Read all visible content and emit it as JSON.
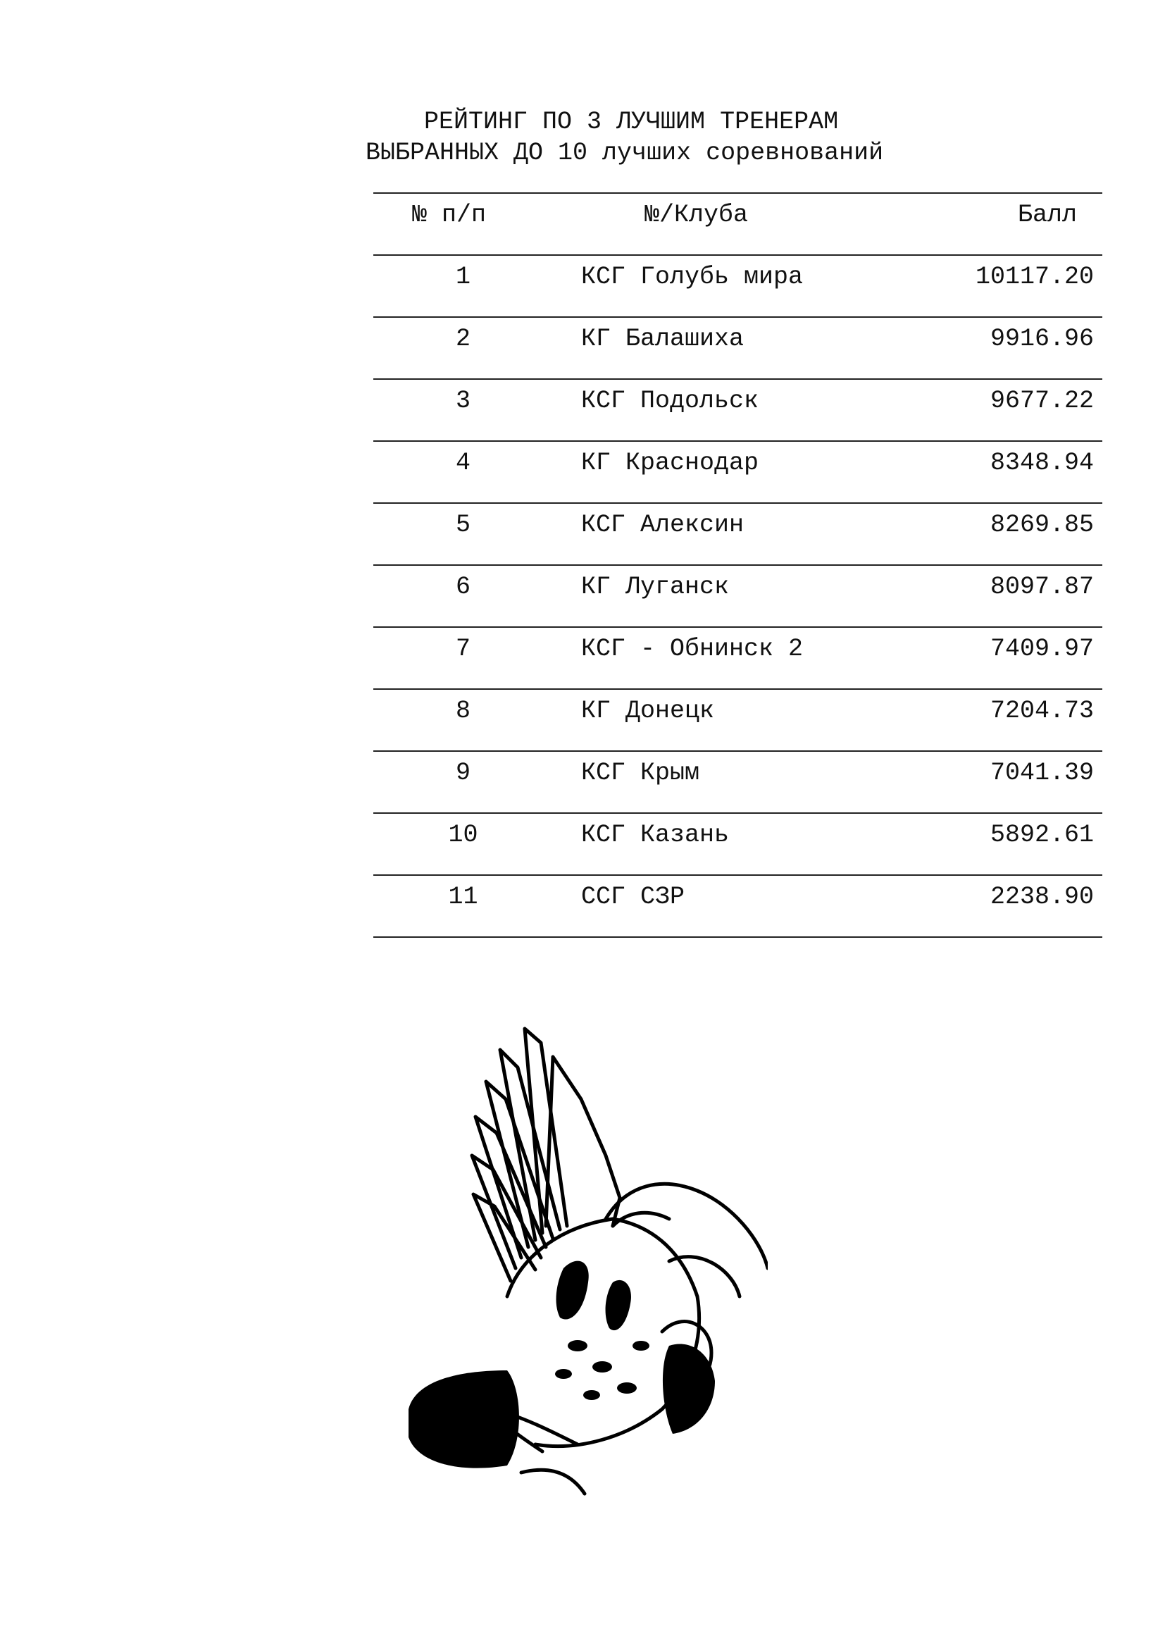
{
  "title": {
    "line1": "РЕЙТИНГ ПО 3 ЛУЧШИМ ТРЕНЕРАМ",
    "line2": "ВЫБРАННЫХ ДО 10 лучших соревнований"
  },
  "table": {
    "headers": {
      "num": "№ п/п",
      "club": "№/Клуба",
      "score": "Балл"
    },
    "rows": [
      {
        "num": "1",
        "club": "КСГ Голубь мира",
        "score": "10117.20"
      },
      {
        "num": "2",
        "club": "КГ Балашиха",
        "score": "9916.96"
      },
      {
        "num": "3",
        "club": "КСГ Подольск",
        "score": "9677.22"
      },
      {
        "num": "4",
        "club": "КГ Краснодар",
        "score": "8348.94"
      },
      {
        "num": "5",
        "club": "КСГ Алексин",
        "score": "8269.85"
      },
      {
        "num": "6",
        "club": "КГ Луганск",
        "score": "8097.87"
      },
      {
        "num": "7",
        "club": "КСГ - Обнинск 2",
        "score": "7409.97"
      },
      {
        "num": "8",
        "club": "КГ Донецк",
        "score": "7204.73"
      },
      {
        "num": "9",
        "club": "КСГ Крым",
        "score": "7041.39"
      },
      {
        "num": "10",
        "club": "КСГ Казань",
        "score": "5892.61"
      },
      {
        "num": "11",
        "club": "ССГ СЗР",
        "score": "2238.90"
      }
    ]
  },
  "illustration": {
    "icon": "pigeon-in-hands-icon"
  }
}
